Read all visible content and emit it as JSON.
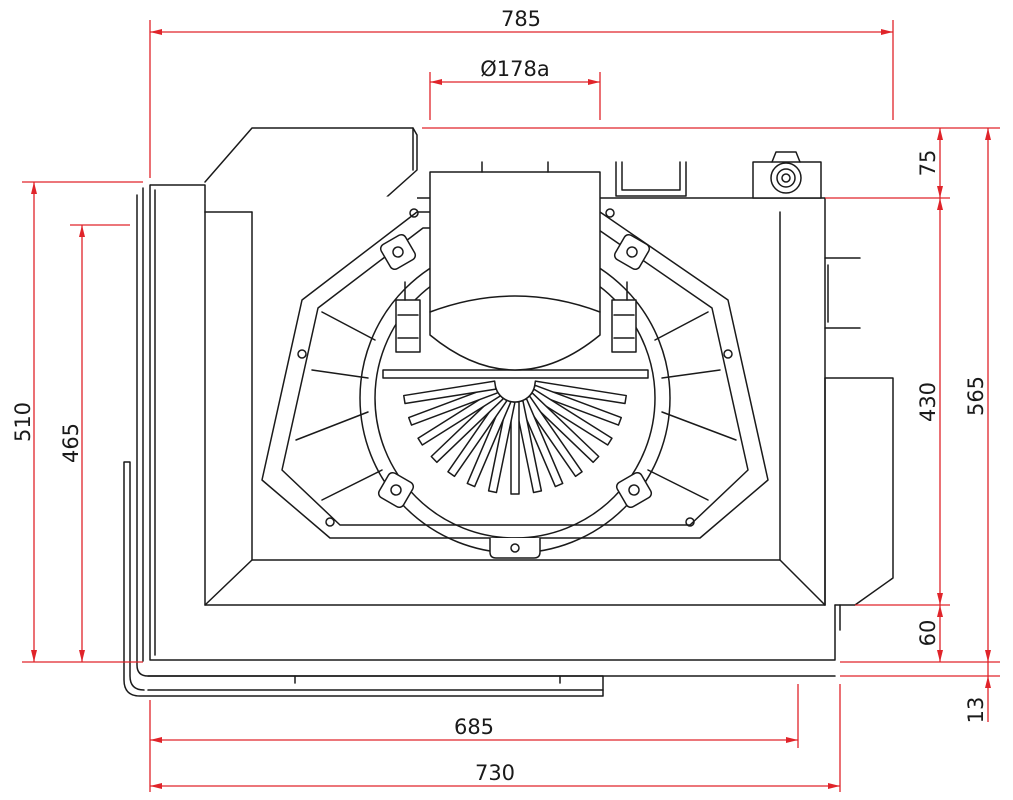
{
  "colors": {
    "outline": "#1a1a1a",
    "dimension": "#e0242a",
    "background": "#ffffff"
  },
  "dimensions": {
    "overall_width": "785",
    "outlet_diameter": "Ø178a",
    "top_offset": "75",
    "inner_height": "430",
    "overall_height": "565",
    "bottom_offset": "60",
    "base_offset": "13",
    "left_height": "510",
    "left_inner_height": "465",
    "base_width_inner": "685",
    "base_width": "730"
  }
}
